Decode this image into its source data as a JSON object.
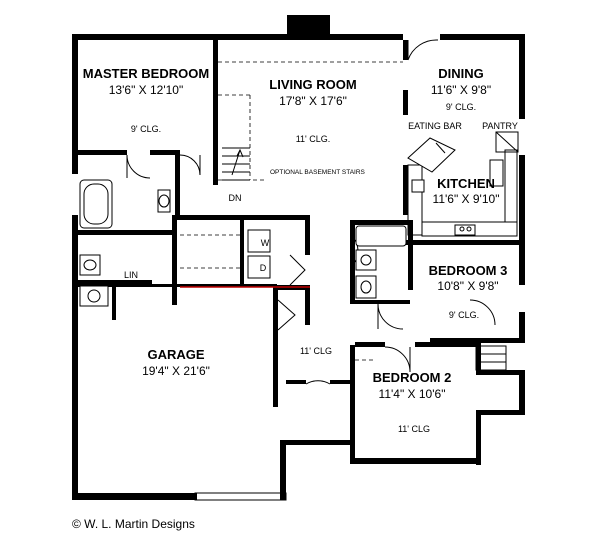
{
  "rooms": {
    "master_bedroom": {
      "name": "MASTER BEDROOM",
      "dims": "13'6\" X 12'10\"",
      "ceiling": "9' CLG."
    },
    "living_room": {
      "name": "LIVING ROOM",
      "dims": "17'8\" X 17'6\"",
      "ceiling": "11' CLG."
    },
    "dining": {
      "name": "DINING",
      "dims": "11'6\" X 9'8\"",
      "ceiling": "9' CLG."
    },
    "kitchen": {
      "name": "KITCHEN",
      "dims": "11'6\" X 9'10\""
    },
    "bedroom3": {
      "name": "BEDROOM 3",
      "dims": "10'8\" X 9'8\"",
      "ceiling": "9' CLG."
    },
    "garage": {
      "name": "GARAGE",
      "dims": "19'4\" X 21'6\""
    },
    "bedroom2": {
      "name": "BEDROOM 2",
      "dims": "11'4\" X 10'6\"",
      "ceiling": "11' CLG"
    }
  },
  "labels": {
    "eating_bar": "EATING BAR",
    "pantry": "PANTRY",
    "optional_stairs": "OPTIONAL BASEMENT STAIRS",
    "stairs_down": "DN",
    "washer": "W",
    "dryer": "D",
    "linen": "LIN",
    "hall_ceiling": "11' CLG"
  },
  "copyright": "© W. L. Martin Designs",
  "colors": {
    "wall": "#000000",
    "accent_line": "#c00000"
  }
}
